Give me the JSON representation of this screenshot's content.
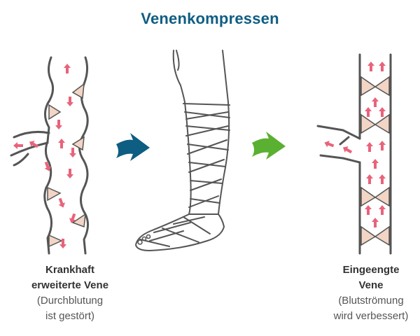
{
  "title": "Venenkompressen",
  "left": {
    "line1": "Krankhaft",
    "line2": "erweiterte Vene",
    "line3": "(Durchblutung",
    "line4": "ist gestört)"
  },
  "right": {
    "line1": "Eingeengte",
    "line2": "Vene",
    "line3": "(Blutströmung",
    "line4": "wird verbessert)"
  },
  "colors": {
    "title": "#0e5d82",
    "arrow_left": "#0e5d82",
    "arrow_right": "#5ab031",
    "blood_arrow": "#e8637a",
    "valve": "#f2d5c5",
    "outline": "#555555"
  },
  "icons": {
    "compression_leg": "bandaged-leg-icon",
    "diseased_vein": "dilated-vein-icon",
    "healthy_vein": "narrowed-vein-icon"
  }
}
